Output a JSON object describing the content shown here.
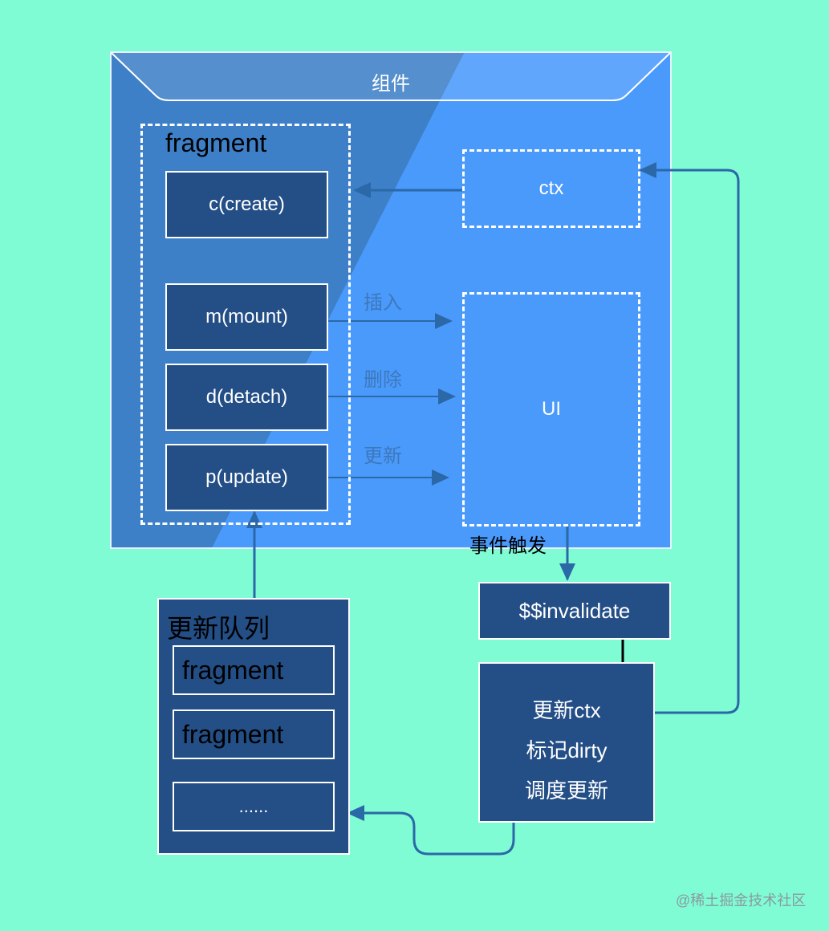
{
  "component": {
    "title": "组件",
    "fragment_label": "fragment",
    "methods": [
      "c(create)",
      "m(mount)",
      "d(detach)",
      "p(update)"
    ],
    "ctx_label": "ctx",
    "ui_label": "UI",
    "ops": [
      "插入",
      "删除",
      "更新"
    ]
  },
  "flow": {
    "event_label": "事件触发",
    "invalidate_label": "$$invalidate",
    "updater_lines": [
      "更新ctx",
      "标记dirty",
      "调度更新"
    ]
  },
  "queue": {
    "title": "更新队列",
    "items": [
      "fragment",
      "fragment",
      "......"
    ]
  },
  "watermark": "@稀土掘金技术社区",
  "colors": {
    "background": "#7ffcd4",
    "component_left": "#3e80c8",
    "component_right": "#4a9afc",
    "box_fill": "#234e86",
    "arrow": "#2a68a8",
    "op_text": "#3d78bc"
  }
}
